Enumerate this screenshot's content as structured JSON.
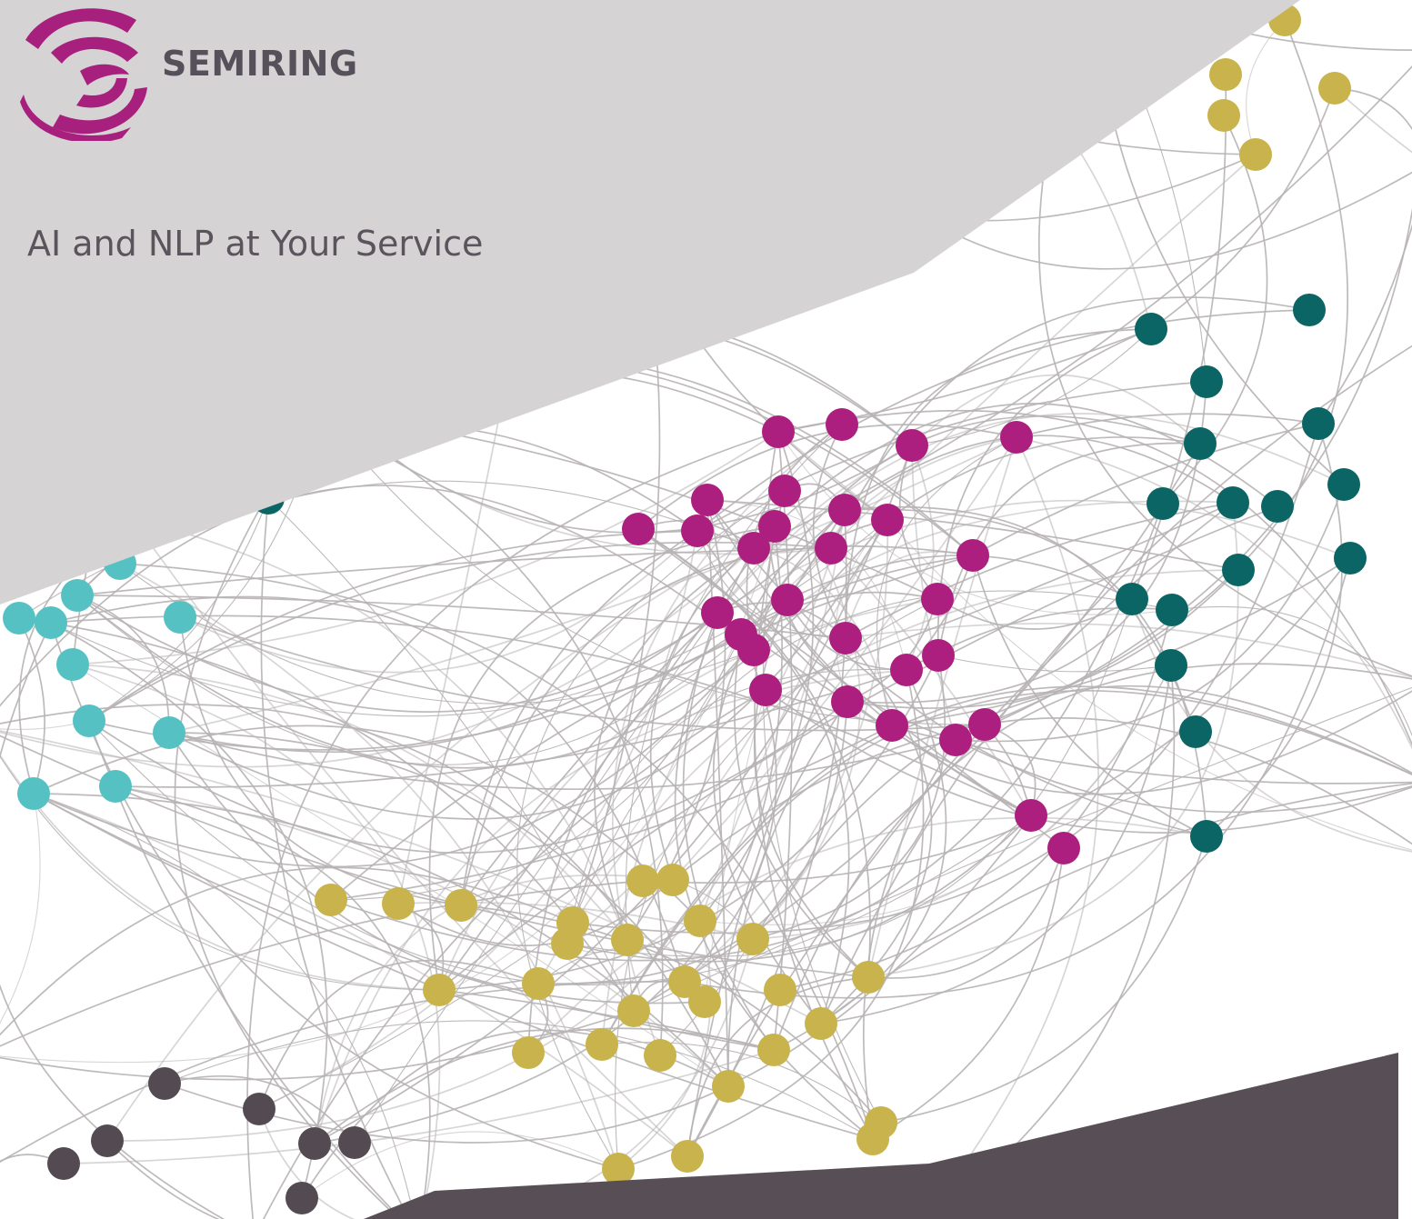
{
  "brand": {
    "name": "SEMIRING",
    "tagline": "AI and NLP at Your Service",
    "logo_icon": "semiring-swirl-logo-icon"
  },
  "colors": {
    "banner": "#d6d3d4",
    "footer": "#574f55",
    "edge": "#b7b3b4",
    "logo": "#a8207e",
    "brand_text": "#55505a"
  },
  "network": {
    "clusters": [
      {
        "name": "magenta",
        "color": "#ad1f7e"
      },
      {
        "name": "dark-teal",
        "color": "#0b6564"
      },
      {
        "name": "light-teal",
        "color": "#56c1c3"
      },
      {
        "name": "gold",
        "color": "#c8b34c"
      },
      {
        "name": "charcoal",
        "color": "#544b52"
      }
    ]
  }
}
